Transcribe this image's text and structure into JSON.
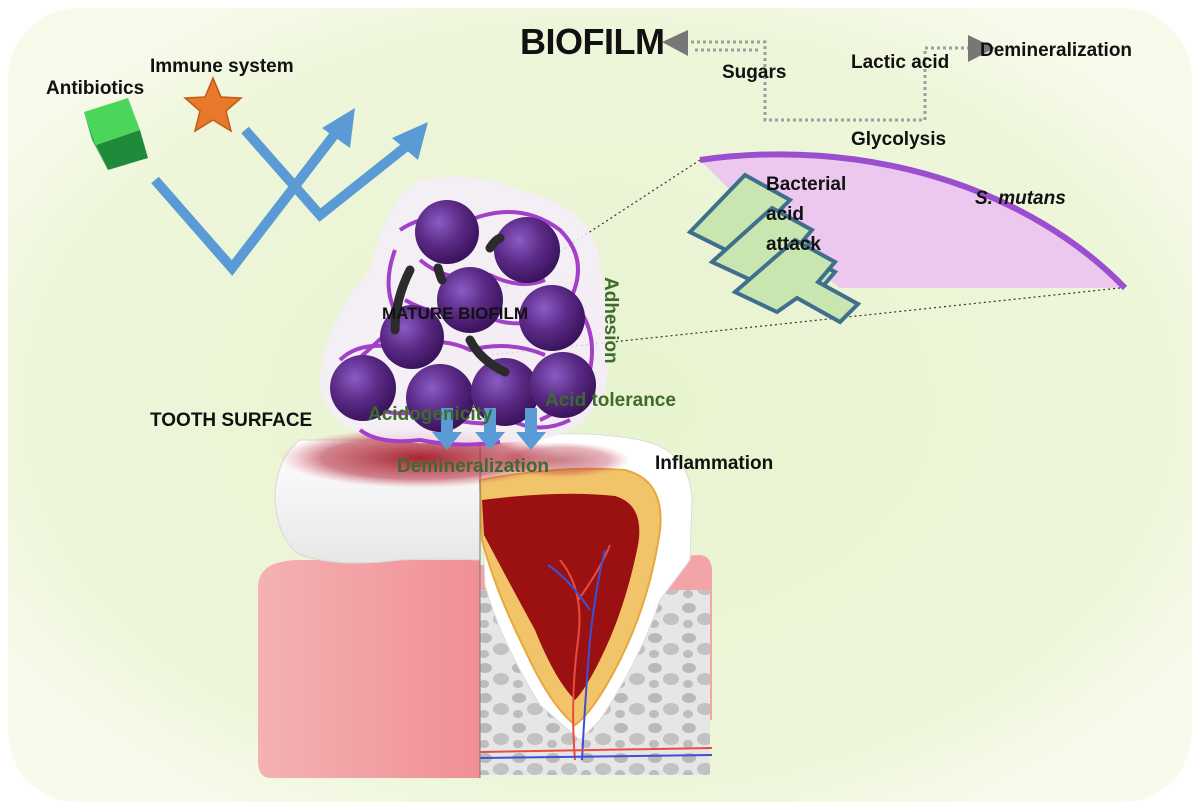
{
  "diagram": {
    "title": "BIOFILM",
    "labels": {
      "antibiotics": "Antibiotics",
      "immune_system": "Immune system",
      "sugars": "Sugars",
      "lactic_acid": "Lactic acid",
      "demineralization_top": "Demineralization",
      "glycolysis": "Glycolysis",
      "bacterial": "Bacterial",
      "acid": "acid",
      "attack": "attack",
      "s_mutans": "S. mutans",
      "mature_biofilm": "MATURE BIOFILM",
      "adhesion": "Adhesion",
      "tooth_surface": "TOOTH SURFACE",
      "acidogenicity": "Acidogenicity",
      "acid_tolerance": "Acid tolerance",
      "demineralization_bottom": "Demineralization",
      "inflammation": "Inflammation"
    }
  },
  "colors": {
    "background": "#ecf5d6",
    "biofilm_sphere": "#5b2a86",
    "matrix": "#a340c8",
    "blue_arrow": "#5b9bd5",
    "green_arrow": "#c9e6b0",
    "s_mutans_fill": "#ecc8ef",
    "s_mutans_outline": "#9b4fd0",
    "gum": "#f2a7a7",
    "pulp": "#9b1111",
    "dentin": "#f2c46a",
    "label_green": "#3d6b2b"
  },
  "icons": {
    "antibiotic": "green-cube-icon",
    "immune": "orange-star-icon"
  }
}
